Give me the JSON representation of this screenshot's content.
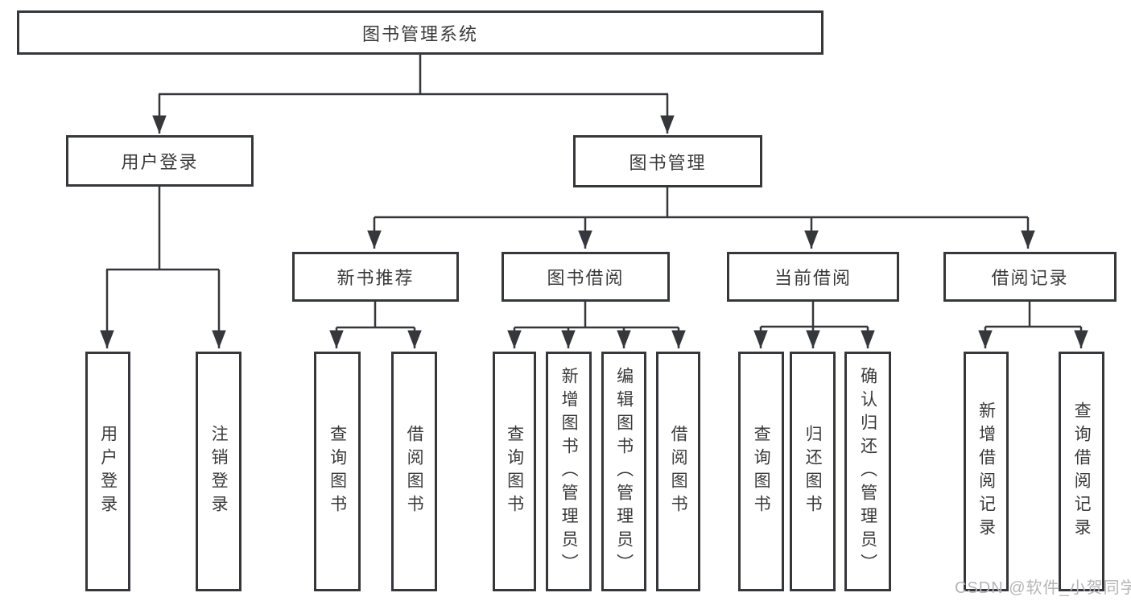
{
  "diagram": {
    "root": {
      "label": "图书管理系统"
    },
    "level2": [
      {
        "label": "用户登录"
      },
      {
        "label": "图书管理"
      }
    ],
    "login_leaves": [
      "用户登录",
      "注销登录"
    ],
    "modules": [
      {
        "label": "新书推荐",
        "leaves": [
          "查询图书",
          "借阅图书"
        ]
      },
      {
        "label": "图书借阅",
        "leaves": [
          "查询图书",
          "新增图书（管理员）",
          "编辑图书（管理员）",
          "借阅图书"
        ]
      },
      {
        "label": "当前借阅",
        "leaves": [
          "查询图书",
          "归还图书",
          "确认归还（管理员）"
        ]
      },
      {
        "label": "借阅记录",
        "leaves": [
          "新增借阅记录",
          "查询借阅记录"
        ]
      }
    ],
    "colors": {
      "line": "#36373b",
      "text": "#3a3a3a",
      "watermark": "#b5b5b5",
      "background": "#ffffff"
    },
    "watermark": "CSDN @软件_小贺同学"
  }
}
